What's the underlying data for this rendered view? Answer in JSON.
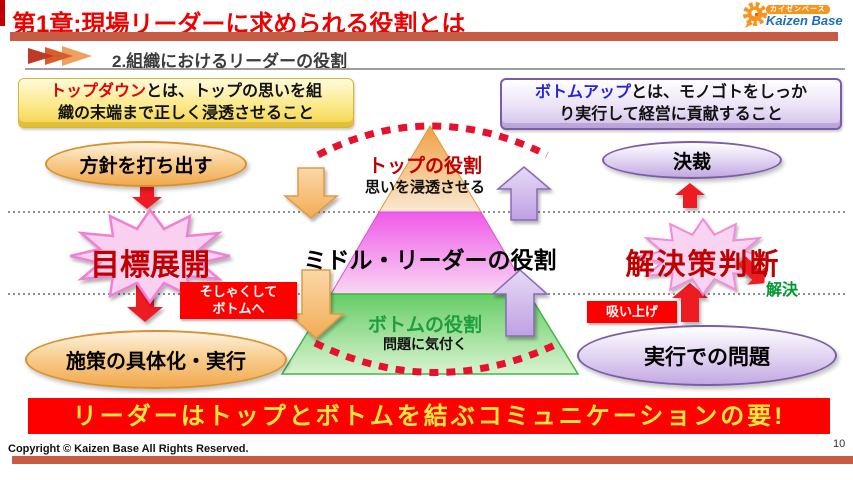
{
  "slide": {
    "title": "第1章:現場リーダーに求められる役割とは",
    "section_heading": "2.組織におけるリーダーの役割",
    "page_number": "10",
    "copyright": "Copyright ©  Kaizen Base  All Rights Reserved."
  },
  "logo": {
    "brand": "Kaizen Base",
    "tagline": "カイゼンベース"
  },
  "callouts": {
    "topdown": {
      "keyword": "トップダウン",
      "line1_rest": "とは、トップの思いを組",
      "line2": "織の末端まで正しく浸透させること"
    },
    "bottomup": {
      "keyword": "ボトムアップ",
      "line1_rest": "とは、モノゴトをしっか",
      "line2": "り実行して経営に貢献すること"
    }
  },
  "left_flow": {
    "policy": "方針を打ち出す",
    "goal": "目標展開",
    "chew_line1": "そしゃくして",
    "chew_line2": "ボトムへ",
    "implement": "施策の具体化・実行"
  },
  "pyramid": {
    "top_role": "トップの役割",
    "top_sub": "思いを浸透させる",
    "middle_role": "ミドル・リーダーの役割",
    "bottom_role": "ボトムの役割",
    "bottom_sub": "問題に気付く"
  },
  "right_flow": {
    "approval": "決裁",
    "judgement": "解決策判断",
    "solved": "解決",
    "pickup": "吸い上げ",
    "problem": "実行での問題"
  },
  "banner": "リーダーはトップとボトムを結ぶコミュニケーションの要!",
  "colors": {
    "title_red": "#ED0000",
    "brick_bar": "#C75B43",
    "banner_bg": "#FE0000",
    "banner_text": "#FFE93B",
    "topdown_keyword": "#E60000",
    "bottomup_keyword": "#2424DD",
    "burst_text_red": "#C00000",
    "bottom_role_green": "#1E9E3E",
    "solve_green": "#009930",
    "pyramid_top_band": "#F0A649",
    "pyramid_middle_band": "#EF5AE8",
    "pyramid_bottom_band": "#66CD66",
    "logo_orange": "#F7941D",
    "logo_blue": "#1B6FC0"
  }
}
